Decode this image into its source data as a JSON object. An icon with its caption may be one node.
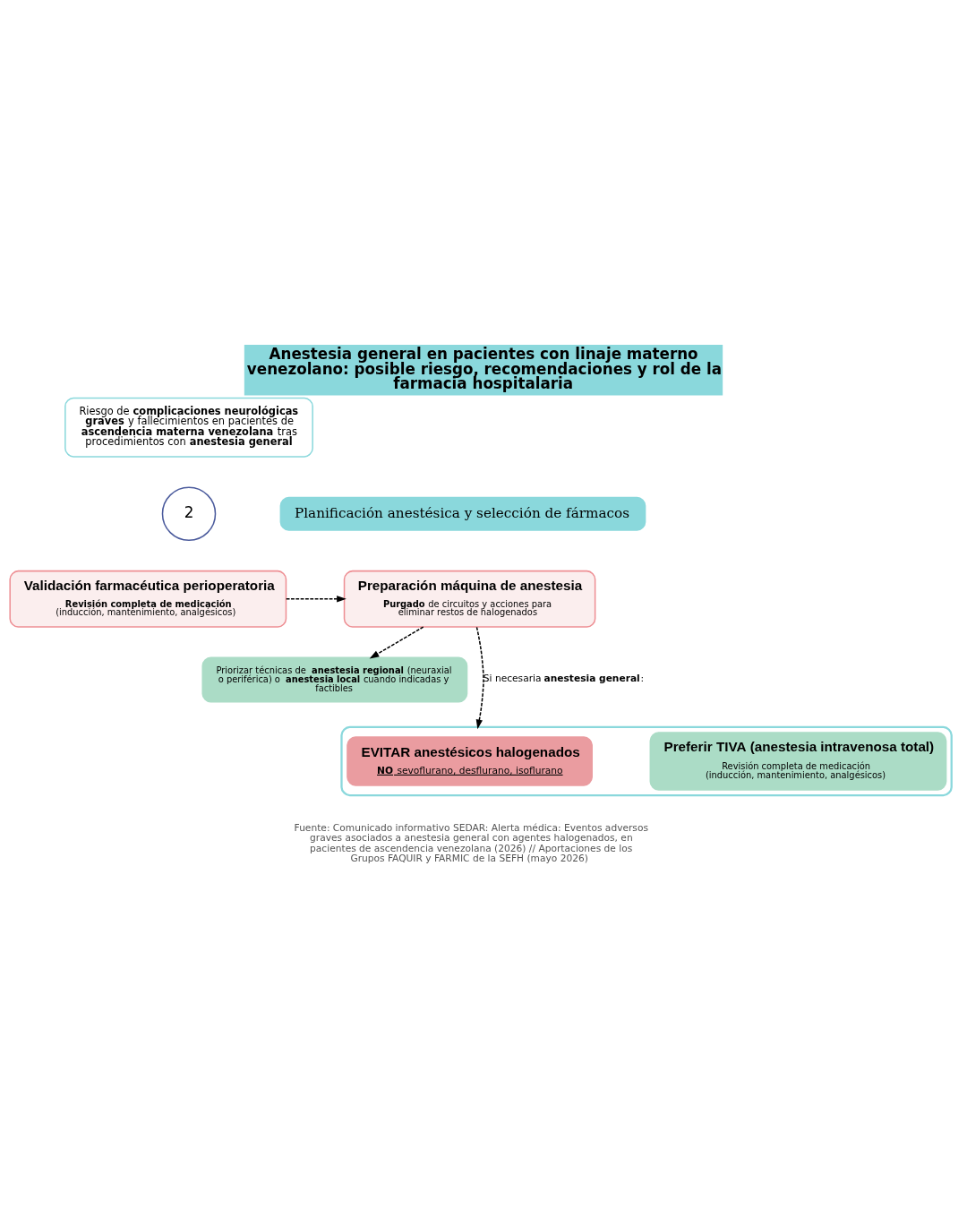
{
  "diagram": {
    "title": "Anestesia general en pacientes con linaje materno venezolano: posible riesgo, recomendaciones y rol de la farmacia hospitalaria",
    "caption": "Fuente: Comunicado informativo SEDAR: Alerta médica: Eventos adversos graves asociados a anestesia general con agentes halogenados, en pacientes de ascendencia venezolana (2026) // Aportaciones de los Grupos FAQUIR y FARMIC de la SEFH (mayo 2026)",
    "nodes": [
      {
        "text": [
          "Riesgo de **complicaciones neurológicas graves** y fallecimientos en pacientes de **ascendencia materna venezolana** tras procedimientos con **anestesia general**"
        ]
      },
      {
        "text": [
          "2"
        ]
      },
      {
        "text": [
          "Planificación anestésica y selección de fármacos"
        ]
      },
      {
        "text": [
          "Validación farmacéutica perioperatoria",
          "**Revisión completa de medicación** (inducción, mantenimiento, analgésicos)"
        ]
      },
      {
        "text": [
          "Preparación máquina de anestesia",
          "**Purgado** de circuitos y acciones para eliminar restos de halogenados"
        ]
      },
      {
        "text": [
          "Priorizar técnicas de **anestesia regional** (neuraxial o periférica) o **anestesia local** cuando indicadas y factibles"
        ]
      },
      {
        "text": [],
        "shape": "box"
      },
      {
        "text": [
          "EVITAR anestésicos halogenados",
          "**NO** sevoflurano, desflurano, isoflurano"
        ],
        "in": 6
      },
      {
        "text": [
          "Preferir TIVA (anestesia intravenosa total)",
          "Revisión completa de medicación (inducción, mantenimiento, analgésicos)"
        ],
        "in": 6
      }
    ],
    "edges": [
      {
        "from": 3,
        "to": 4,
        "arrow": "to",
        "style": "dashed"
      },
      {
        "from": 4,
        "to": 5,
        "arrow": "to",
        "style": "dashed"
      },
      {
        "from": 4,
        "to": 6,
        "arrow": "to",
        "style": "dashed",
        "label": "Si necesaria **anestesia general**:"
      }
    ]
  }
}
